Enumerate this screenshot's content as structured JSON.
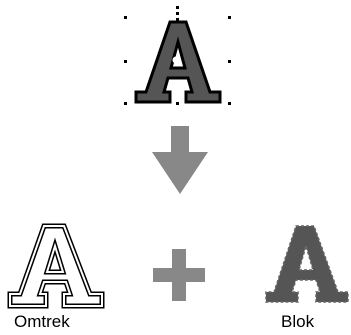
{
  "top_letter": {
    "glyph": "A",
    "fill": "#555555",
    "stroke": "#000000",
    "selected": true
  },
  "arrow": {
    "icon": "down-arrow-icon",
    "color": "#888888"
  },
  "plus": {
    "icon": "plus-icon",
    "color": "#888888"
  },
  "outline_letter": {
    "glyph": "A",
    "fill": "#ffffff",
    "stroke": "#000000",
    "label": "Omtrek"
  },
  "block_letter": {
    "glyph": "A",
    "fill": "#555555",
    "label": "Blok"
  }
}
